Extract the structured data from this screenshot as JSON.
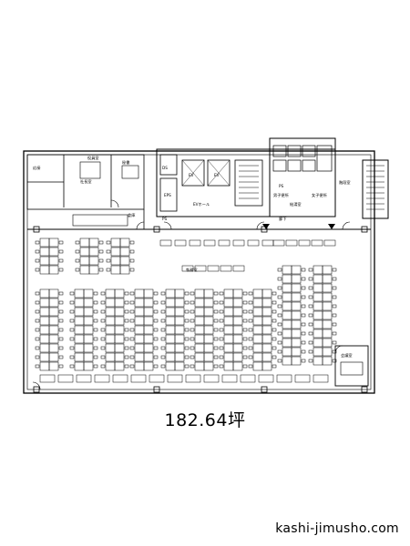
{
  "floor_plan": {
    "room_labels": {
      "reception": "応接",
      "president": "社長室",
      "executive": "役員室",
      "secretary": "秘書",
      "storage": "倉庫",
      "ps_left": "PS",
      "ds_left": "DS",
      "ev_a": "EV",
      "ev_b": "EV",
      "eps": "EPS",
      "ev_hall": "EVホール",
      "ps_mid": "PS",
      "toilet_m": "男子便所",
      "toilet_w": "女子便所",
      "hot_water": "給湯室",
      "corridor": "廊下",
      "stair": "階段室",
      "office": "執務室",
      "meeting": "会議室"
    }
  },
  "area_text": "182.64坪",
  "site_text": "kashi-jimusho.com"
}
